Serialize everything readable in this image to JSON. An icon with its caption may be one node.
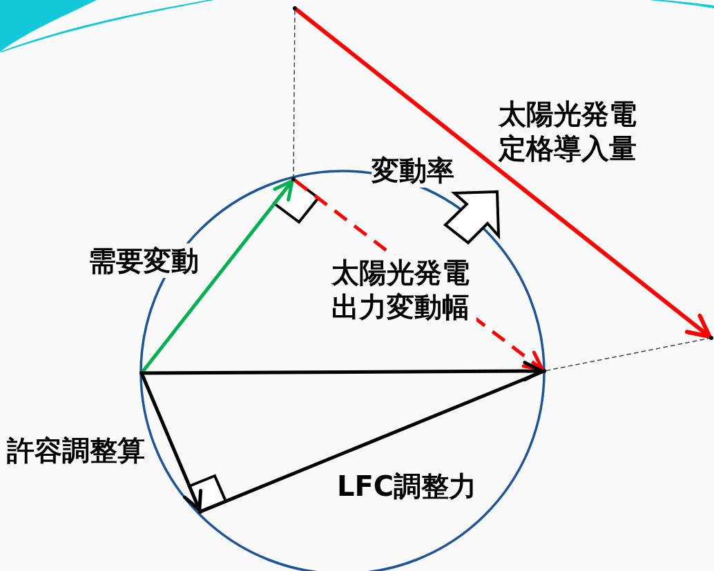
{
  "diagram": {
    "nodes": [
      {
        "text": [],
        "shape": "point"
      },
      {
        "text": [],
        "shape": "point"
      },
      {
        "text": [],
        "shape": "point"
      },
      {
        "text": [],
        "shape": "point"
      },
      {
        "text": [],
        "shape": "point"
      },
      {
        "text": [],
        "shape": "point"
      }
    ],
    "edges": [
      {
        "from": 0,
        "to": 1,
        "arrow": "to",
        "label": "需要変動",
        "color": "#00b050"
      },
      {
        "from": 1,
        "to": 2,
        "arrow": "to",
        "label": "太陽光発電出力変動幅",
        "style": "dashed",
        "color": "#ff0000"
      },
      {
        "from": 0,
        "to": 2,
        "arrow": "to"
      },
      {
        "from": 0,
        "to": 3,
        "arrow": "to",
        "label": "許容調整算"
      },
      {
        "from": 3,
        "to": 2,
        "arrow": "none",
        "label": "LFC調整力"
      },
      {
        "from": 4,
        "to": 5,
        "arrow": "to",
        "label": "太陽光発電定格導入量",
        "color": "#ff0000"
      },
      {
        "from": 4,
        "to": 1,
        "arrow": "none",
        "style": "dashed",
        "color": "#404040"
      },
      {
        "from": 2,
        "to": 5,
        "arrow": "none",
        "style": "dashed",
        "color": "#404040"
      }
    ],
    "labels": [
      "変動率"
    ]
  }
}
